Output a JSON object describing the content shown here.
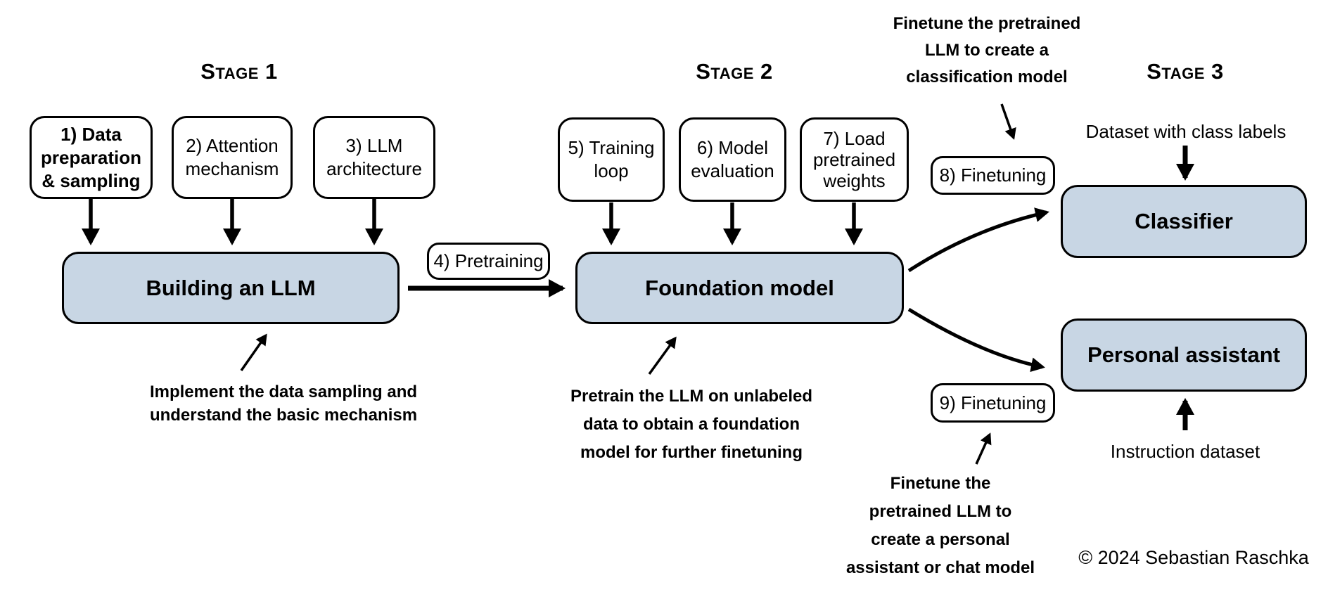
{
  "stages": [
    {
      "label": "Stage 1"
    },
    {
      "label": "Stage 2"
    },
    {
      "label": "Stage 3"
    }
  ],
  "step_boxes": [
    {
      "id": 1,
      "lines": [
        "1) Data",
        "preparation",
        "& sampling"
      ]
    },
    {
      "id": 2,
      "lines": [
        "2) Attention",
        "mechanism"
      ]
    },
    {
      "id": 3,
      "lines": [
        "3) LLM",
        "architecture"
      ]
    },
    {
      "id": 5,
      "lines": [
        "5) Training",
        "loop"
      ]
    },
    {
      "id": 6,
      "lines": [
        "6) Model",
        "evaluation"
      ]
    },
    {
      "id": 7,
      "lines": [
        "7) Load",
        "pretrained",
        "weights"
      ]
    }
  ],
  "pills": [
    {
      "label": "4) Pretraining"
    },
    {
      "label": "8) Finetuning"
    },
    {
      "label": "9) Finetuning"
    }
  ],
  "model_boxes": [
    {
      "label": "Building an LLM"
    },
    {
      "label": "Foundation model"
    },
    {
      "label": "Classifier"
    },
    {
      "label": "Personal assistant"
    }
  ],
  "annotations": [
    {
      "lines": [
        "Implement the data sampling and",
        "understand the basic mechanism"
      ]
    },
    {
      "lines": [
        "Pretrain the LLM on unlabeled",
        "data to obtain a foundation",
        "model for further finetuning"
      ]
    },
    {
      "lines": [
        "Finetune the pretrained",
        "LLM to create a",
        "classification model"
      ]
    },
    {
      "lines": [
        "Finetune the",
        "pretrained LLM to",
        "create a personal",
        "assistant or chat model"
      ]
    }
  ],
  "io_labels": [
    {
      "label": "Dataset with class labels"
    },
    {
      "label": "Instruction dataset"
    }
  ],
  "copyright": "© 2024 Sebastian Raschka",
  "colors": {
    "box_fill": "#c8d6e4",
    "box_border": "#000000",
    "background": "#ffffff",
    "text": "#000000"
  }
}
